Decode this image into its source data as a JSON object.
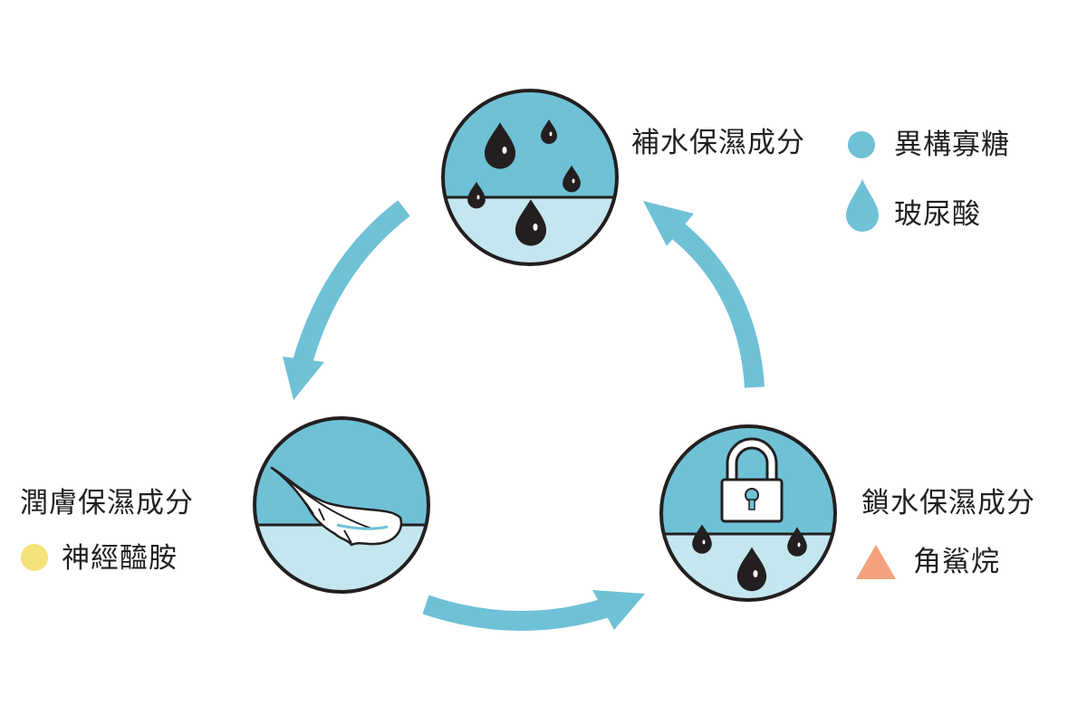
{
  "colors": {
    "blue": "#6fc1d6",
    "light_blue": "#c4e6ef",
    "dark": "#231f20",
    "yellow": "#f6e27a",
    "orange": "#f3a27d",
    "white": "#ffffff"
  },
  "stages": {
    "top": {
      "title": "補水保濕成分",
      "icon": "water-drops-icon",
      "ingredients": [
        {
          "label": "異構寡糖",
          "marker": "circle"
        },
        {
          "label": "玻尿酸",
          "marker": "drop"
        }
      ]
    },
    "left": {
      "title": "潤膚保濕成分",
      "icon": "feather-icon",
      "ingredients": [
        {
          "label": "神經醯胺",
          "marker": "circle"
        }
      ]
    },
    "right": {
      "title": "鎖水保濕成分",
      "icon": "padlock-icon",
      "ingredients": [
        {
          "label": "角鯊烷",
          "marker": "triangle"
        }
      ]
    }
  }
}
